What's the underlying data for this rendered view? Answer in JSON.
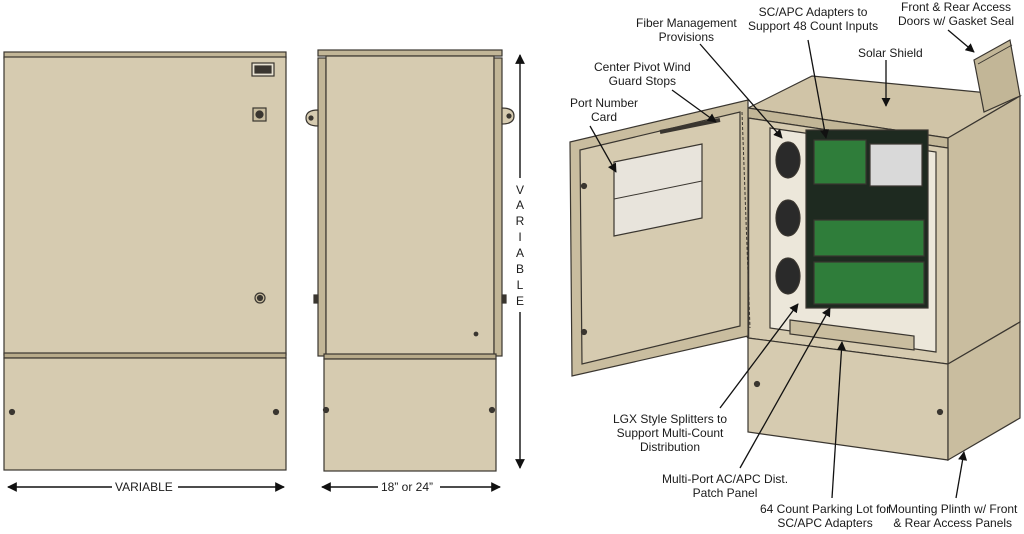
{
  "colors": {
    "body": "#d6cbb0",
    "body_dark": "#c2b697",
    "body_shade": "#b8ab8a",
    "outline": "#3a3630",
    "rack_green": "#2f7d3a",
    "rack_dark": "#1e2a20",
    "arrow": "#111111"
  },
  "dimensions": {
    "width_label": "VARIABLE",
    "depth_label": "18” or 24”",
    "height_letters": [
      "V",
      "A",
      "R",
      "I",
      "A",
      "B",
      "L",
      "E"
    ]
  },
  "callouts": {
    "fiber_management": [
      "Fiber Management",
      "Provisions"
    ],
    "sc_apc": [
      "SC/APC Adapters to",
      "Support 48 Count Inputs"
    ],
    "front_rear_doors": [
      "Front & Rear Access",
      "Doors w/ Gasket Seal"
    ],
    "solar_shield": [
      "Solar Shield"
    ],
    "center_pivot": [
      "Center Pivot Wind",
      "Guard Stops"
    ],
    "port_number": [
      "Port Number",
      "Card"
    ],
    "lgx": [
      "LGX Style Splitters to",
      "Support Multi-Count",
      "Distribution"
    ],
    "multiport": [
      "Multi-Port AC/APC Dist.",
      "Patch Panel"
    ],
    "parking_lot": [
      "64 Count Parking Lot for",
      "SC/APC Adapters"
    ],
    "plinth": [
      "Mounting Plinth w/ Front",
      "& Rear Access Panels"
    ]
  }
}
